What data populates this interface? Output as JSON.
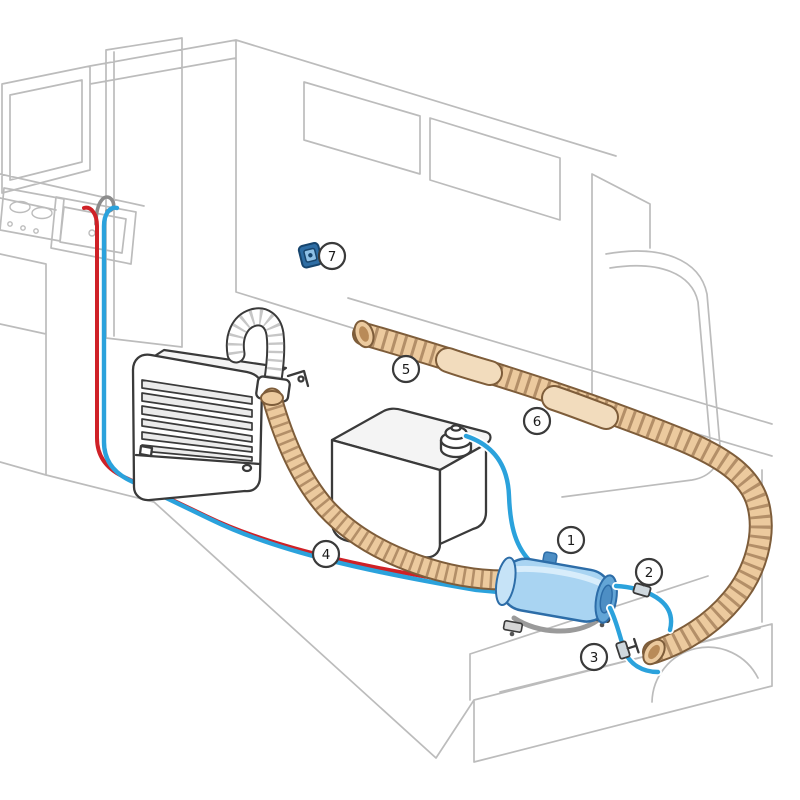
{
  "diagram": {
    "callouts": [
      {
        "n": "1"
      },
      {
        "n": "2"
      },
      {
        "n": "3"
      },
      {
        "n": "4"
      },
      {
        "n": "5"
      },
      {
        "n": "6"
      },
      {
        "n": "7"
      }
    ],
    "colors": {
      "outline": "#3a3a3a",
      "structure": "#bcbcbc",
      "duct_fill": "#ecca9e",
      "duct_stroke": "#7e5d3a",
      "duct_ribs": "#a5805a",
      "duct_sleeve": "#f2dcbd",
      "red_line": "#cf2127",
      "blue_line": "#2ba2dc",
      "pump_fill": "#a9d4f2",
      "pump_stroke": "#2d6da8",
      "pump_dark": "#4d8ec4",
      "switch_fill": "#2e6da4",
      "switch_dark": "#17456e"
    }
  }
}
